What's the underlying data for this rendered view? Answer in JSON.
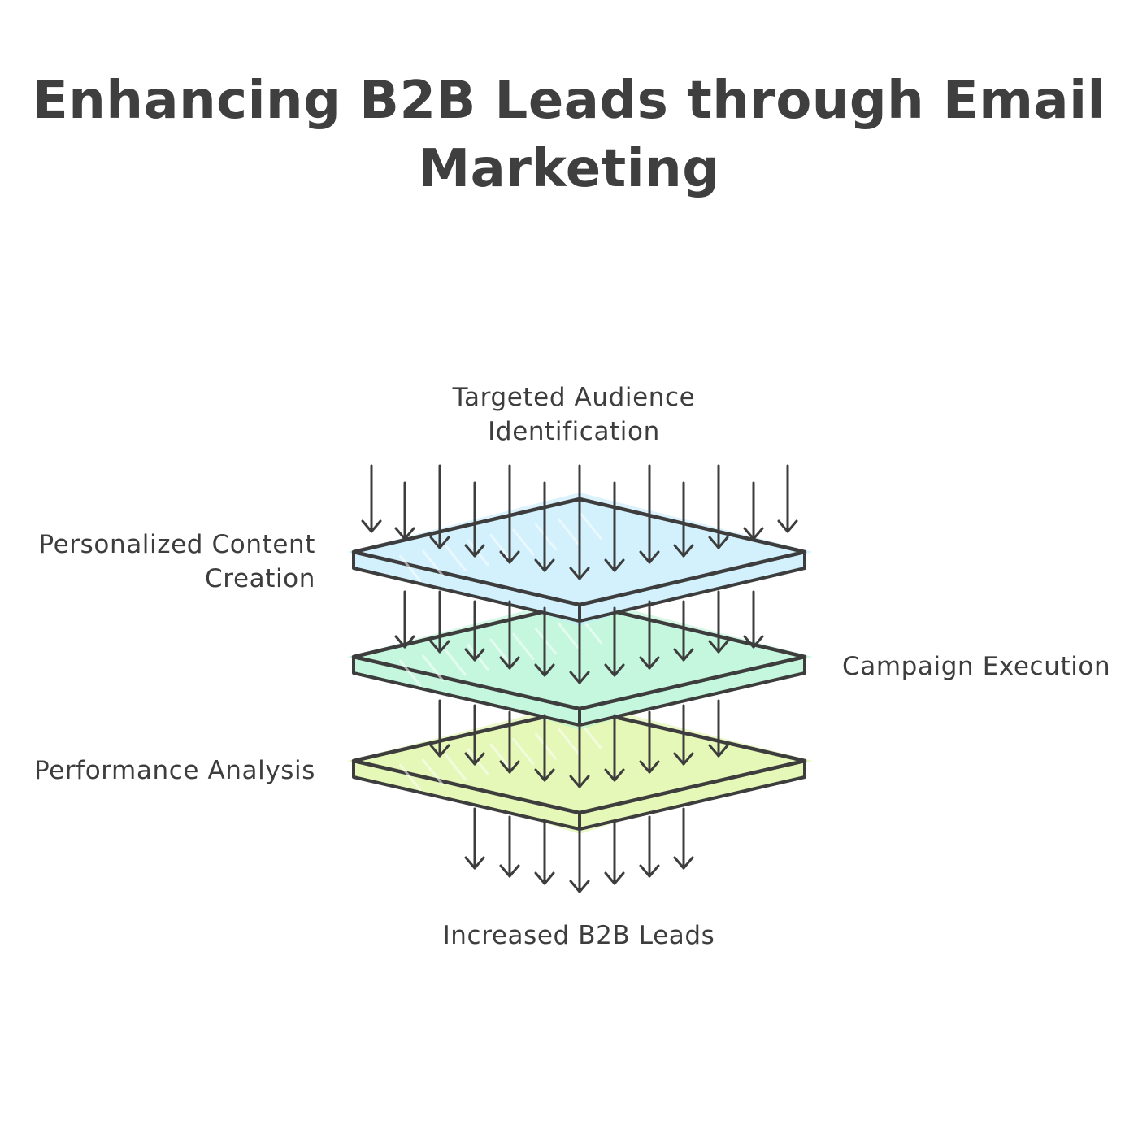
{
  "title": {
    "line1": "Enhancing B2B Leads through Email",
    "line2": "Marketing"
  },
  "labels": {
    "top": {
      "line1": "Targeted Audience",
      "line2": "Identification"
    },
    "left_upper": {
      "line1": "Personalized Content",
      "line2": "Creation"
    },
    "right": "Campaign Execution",
    "left_lower": "Performance Analysis",
    "bottom": "Increased B2B Leads"
  },
  "layers": [
    {
      "name": "layer-1",
      "fill": "#d2f1fd",
      "accent": "#bfe9fb"
    },
    {
      "name": "layer-2",
      "fill": "#c5f7df",
      "accent": "#b2f0d0"
    },
    {
      "name": "layer-3",
      "fill": "#e6f8b8",
      "accent": "#d8f29f"
    }
  ],
  "colors": {
    "stroke": "#3d3d3d",
    "text": "#3d3d3d"
  }
}
